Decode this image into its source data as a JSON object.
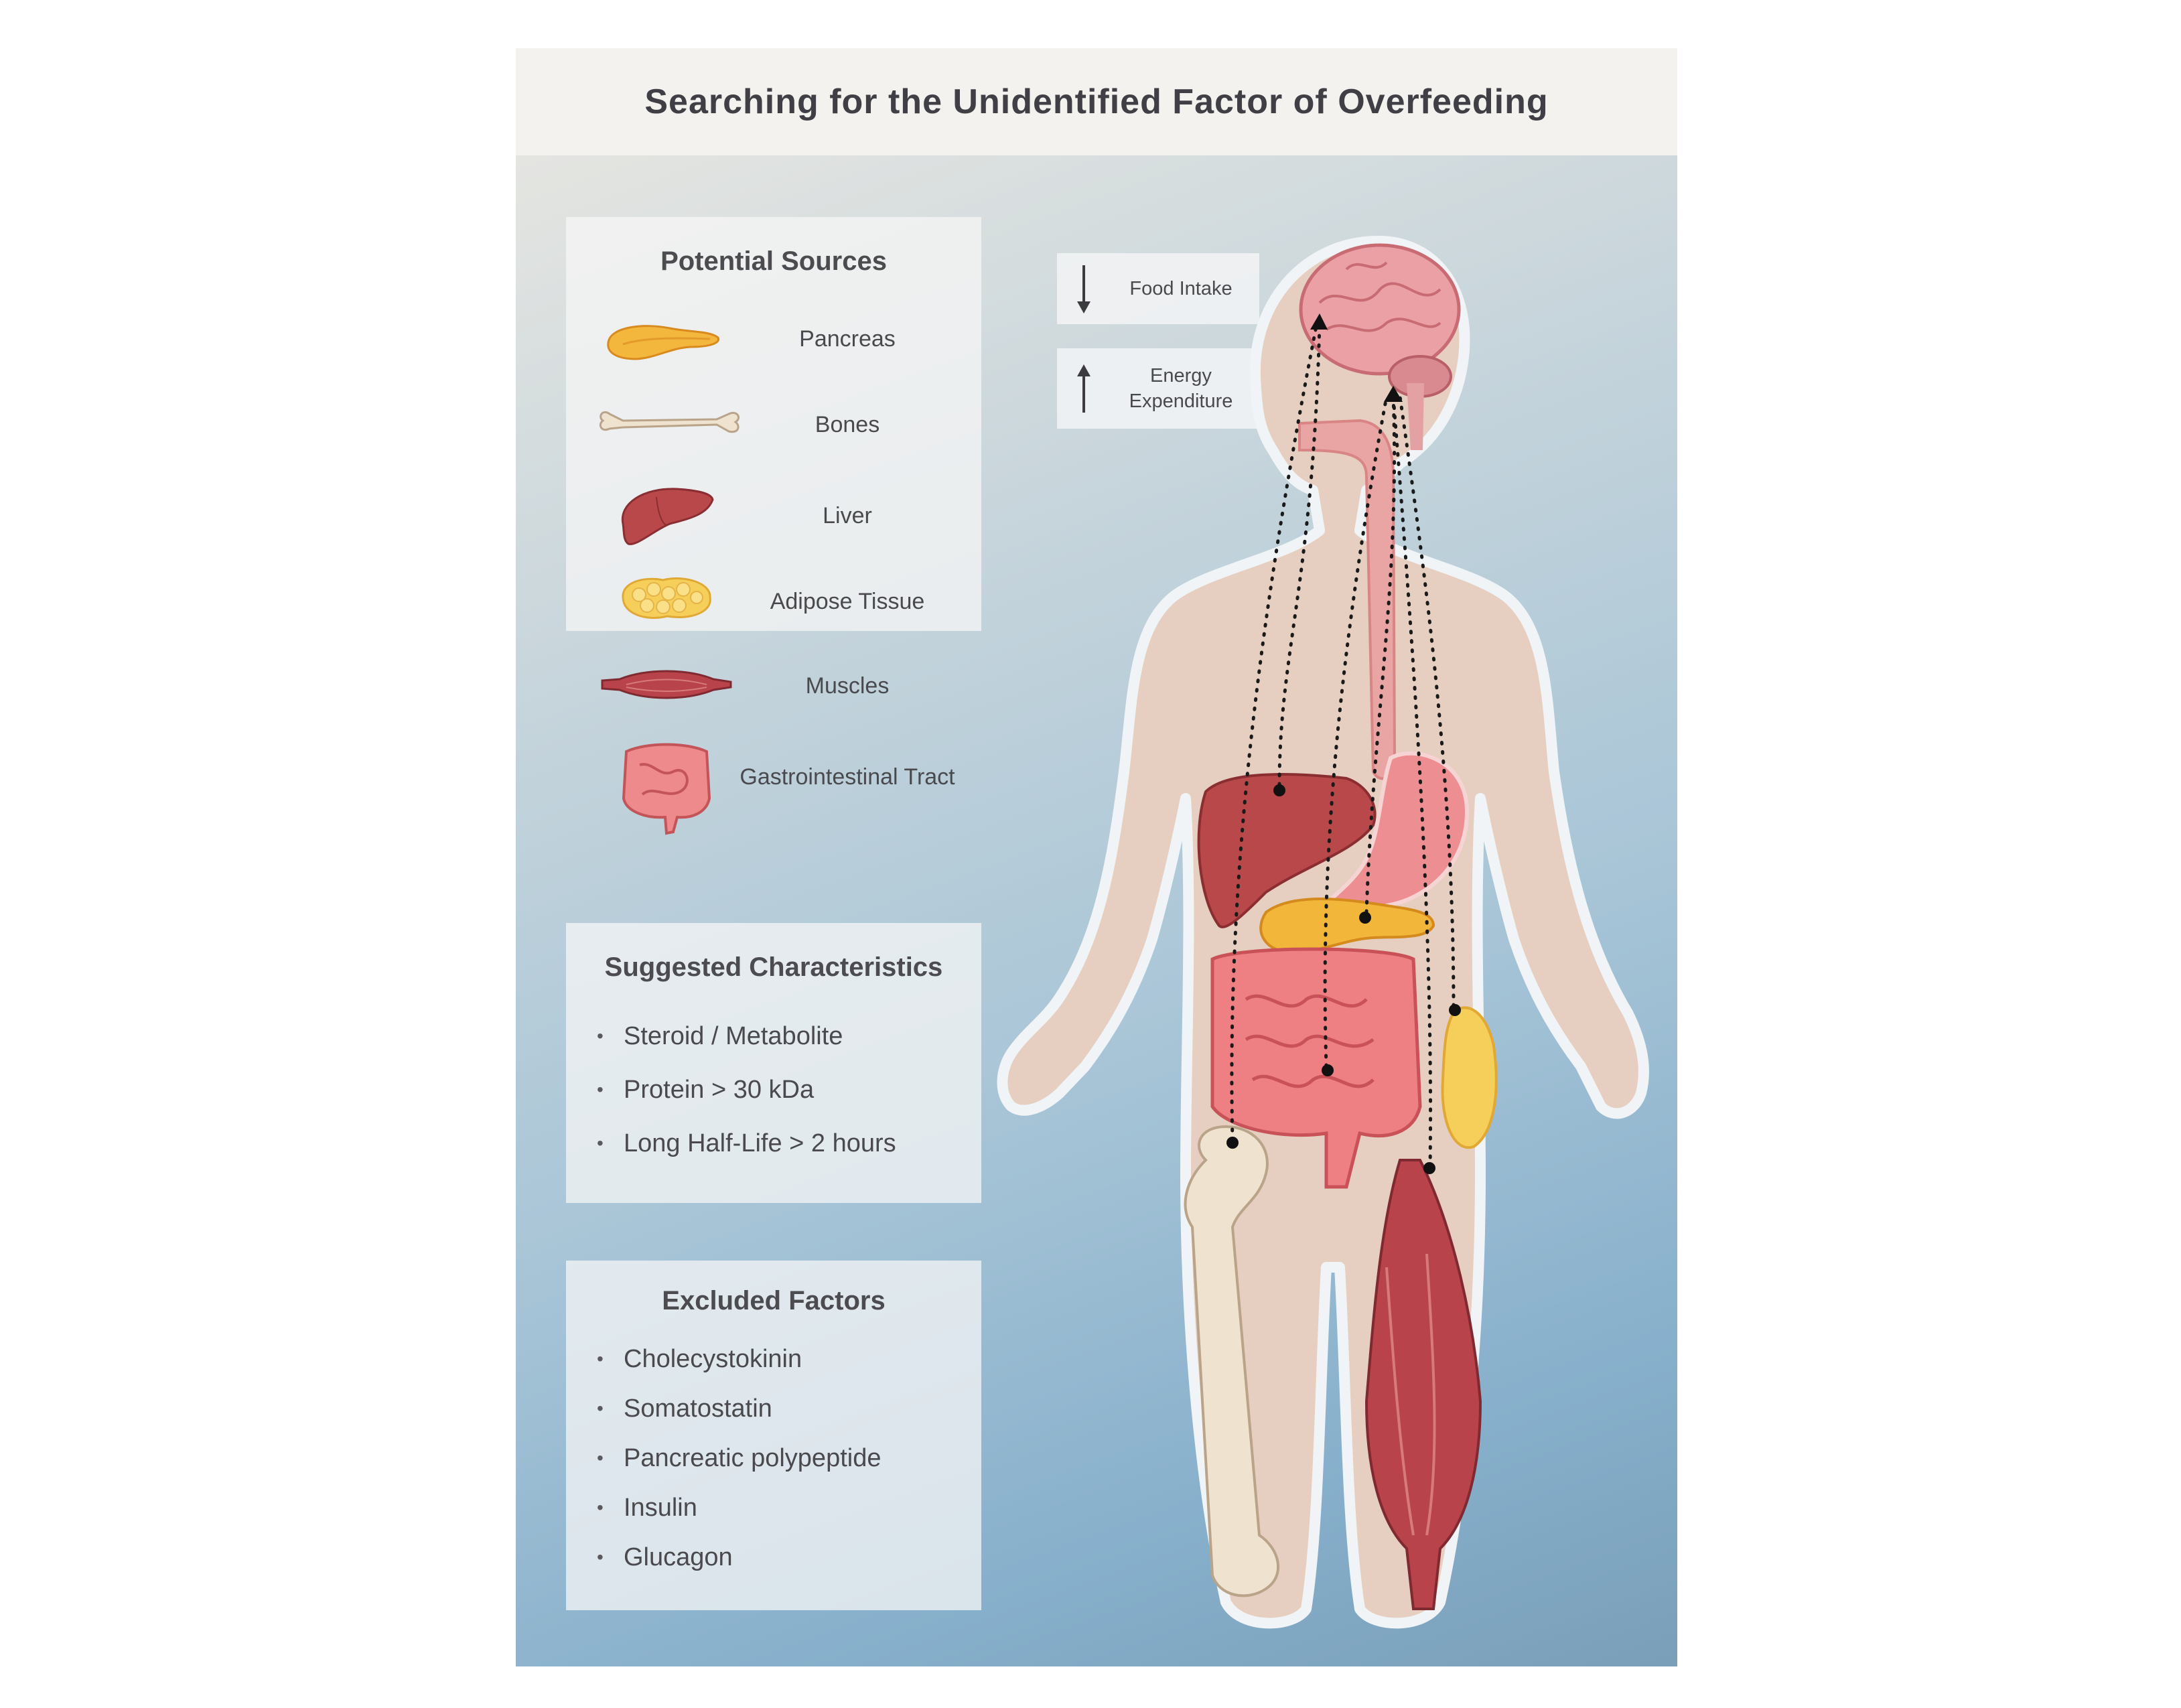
{
  "title": "Searching for the Unidentified Factor of Overfeeding",
  "potential_sources": {
    "heading": "Potential Sources",
    "items": [
      {
        "label": "Pancreas",
        "icon": "pancreas-icon"
      },
      {
        "label": "Bones",
        "icon": "bone-icon"
      },
      {
        "label": "Liver",
        "icon": "liver-icon"
      },
      {
        "label": "Adipose Tissue",
        "icon": "adipose-icon"
      },
      {
        "label": "Muscles",
        "icon": "muscle-icon"
      },
      {
        "label": "Gastrointestinal Tract",
        "icon": "intestine-icon"
      }
    ]
  },
  "suggested_characteristics": {
    "heading": "Suggested Characteristics",
    "items": [
      "Steroid / Metabolite",
      "Protein > 30 kDa",
      "Long Half-Life > 2 hours"
    ]
  },
  "excluded_factors": {
    "heading": "Excluded Factors",
    "items": [
      "Cholecystokinin",
      "Somatostatin",
      "Pancreatic polypeptide",
      "Insulin",
      "Glucagon"
    ]
  },
  "legend": {
    "food_intake": {
      "label": "Food Intake",
      "arrow": "arrow-down-icon"
    },
    "energy_expenditure": {
      "label": "Energy Expenditure",
      "arrow": "arrow-up-icon"
    }
  },
  "colors": {
    "skin": "#e6cfc0",
    "organ_red": "#b94a4a",
    "pancreas_yellow": "#f2b63a",
    "brain_pink": "#e8969c",
    "title_text": "#3f3f45"
  }
}
